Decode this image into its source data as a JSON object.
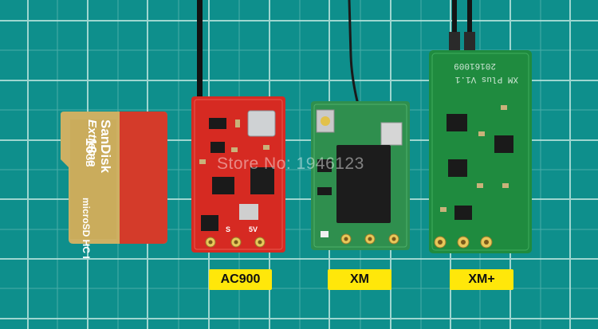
{
  "labels": {
    "ac900": "AC900",
    "xm": "XM",
    "xm_plus": "XM+"
  },
  "watermark": "Store No: 1946123",
  "sd_card": {
    "brand": "SanDisk",
    "line": "Extreme",
    "capacity": "16",
    "unit": "GB",
    "class_mark": "microSD HC I"
  },
  "pcb_markings": {
    "xm_plus_version": "XM Plus V1.1",
    "xm_plus_date": "20161009",
    "ac900_pin_s": "S",
    "ac900_pin_5v": "5V"
  },
  "colors": {
    "mat": "#0e8f8c",
    "grid": "#b8e3dd",
    "label_bg": "#ffe70a",
    "ac900_pcb": "#d62a22",
    "xm_pcb": "#2f8f4e",
    "xm_plus_pcb": "#1f8b3f",
    "sd_gold": "#cdb063",
    "sd_red": "#d43b2a"
  }
}
